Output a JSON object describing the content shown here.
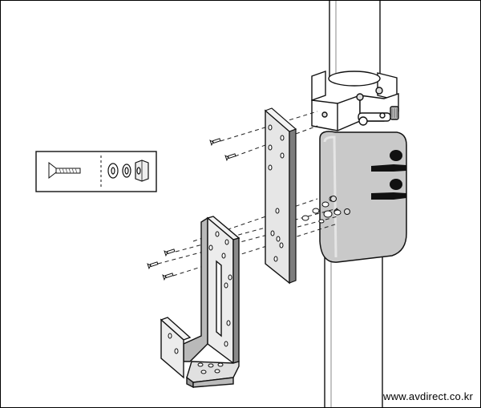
{
  "diagram": {
    "subject": "pole clamp mount with angle bracket and flat plate, exploded assembly",
    "parts": {
      "pole": "pole",
      "clamp": "clamp",
      "sleeve": "clamp-sleeve",
      "flat_plate": "flat-plate",
      "j_bracket": "j-bracket",
      "screw": "countersunk-screw",
      "washer": "washer",
      "nut": "hex-nut"
    },
    "legend_items": [
      "countersunk-screw",
      "washer",
      "lock-washer",
      "hex-nut"
    ]
  },
  "footer": {
    "url": "www.avdirect.co.kr"
  }
}
